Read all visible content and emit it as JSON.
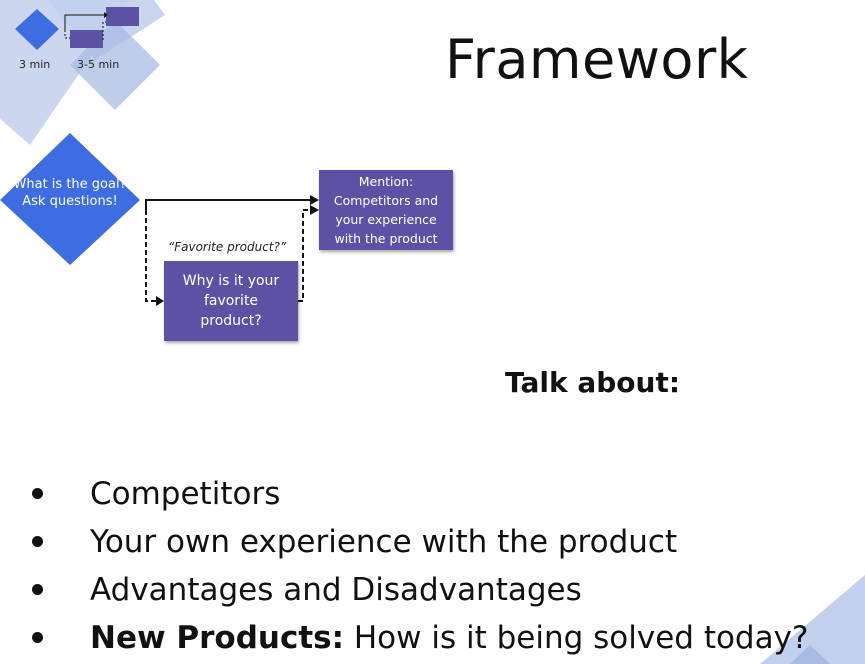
{
  "slide": {
    "title": "Framework",
    "colors": {
      "diamond": "#3d6de0",
      "box": "#5b52a5",
      "deco_light": "#c3d0ec",
      "deco_mid": "#a9bbe3"
    }
  },
  "legend": {
    "items": [
      {
        "shape": "diamond",
        "label": "3 min"
      },
      {
        "shape": "boxes-flow",
        "label": "3-5 min"
      }
    ]
  },
  "diagram": {
    "start": {
      "shape": "diamond",
      "lines": [
        "What is the goal?",
        "Ask questions!"
      ]
    },
    "branch_label": "“Favorite product?”",
    "why_box": {
      "lines": [
        "Why is it your",
        "favorite",
        "product?"
      ]
    },
    "mention_box": {
      "lines": [
        "Mention:",
        "Competitors and",
        "your experience",
        "with the product"
      ]
    }
  },
  "talk_about": {
    "heading": "Talk about:",
    "bullets": [
      {
        "bold": "",
        "text": "Competitors"
      },
      {
        "bold": "",
        "text": "Your own experience with the product"
      },
      {
        "bold": "",
        "text": "Advantages and Disadvantages"
      },
      {
        "bold": "New Products:",
        "text": " How is it being solved today?"
      }
    ]
  }
}
